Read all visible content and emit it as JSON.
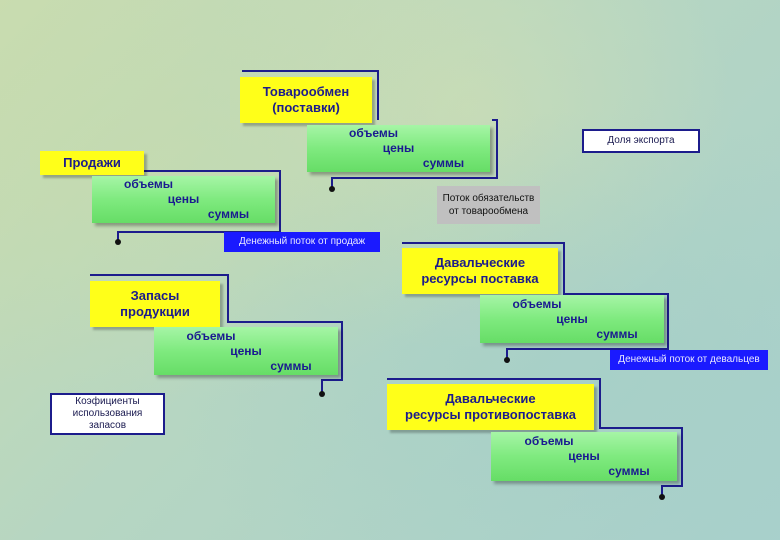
{
  "nodes": {
    "tovaroobmen": {
      "line1": "Товарообмен",
      "line2": "(поставки)"
    },
    "tovaroobmen_metrics": {
      "v1": "объемы",
      "v2": "цены",
      "v3": "суммы"
    },
    "prodazhi": {
      "label": "Продажи"
    },
    "prodazhi_metrics": {
      "v1": "объемы",
      "v2": "цены",
      "v3": "суммы"
    },
    "dolya_eksporta": {
      "label": "Доля экспорта"
    },
    "potok_obyazatelstv": {
      "line1": "Поток обязательств",
      "line2": "от товарообмена"
    },
    "denezhny_potok_prodazh": {
      "label": "Денежный поток от продаж"
    },
    "davalcheskie_postavka": {
      "line1": "Давальческие",
      "line2": "ресурсы поставка"
    },
    "davalcheskie_postavka_metrics": {
      "v1": "объемы",
      "v2": "цены",
      "v3": "суммы"
    },
    "zapasy": {
      "line1": "Запасы",
      "line2": "продукции"
    },
    "zapasy_metrics": {
      "v1": "объемы",
      "v2": "цены",
      "v3": "суммы"
    },
    "denezhny_potok_davaltsev": {
      "label": "Денежный поток от девальцев"
    },
    "koefficienty": {
      "line1": "Коэфициенты",
      "line2": "использования",
      "line3": "запасов"
    },
    "davalcheskie_protivopostavka": {
      "line1": "Давальческие",
      "line2": "ресурсы противопоставка"
    },
    "davalcheskie_protivopostavka_metrics": {
      "v1": "объемы",
      "v2": "цены",
      "v3": "суммы"
    }
  },
  "colors": {
    "yellow_box": "#ffff19",
    "green_box": "#7fea7f",
    "blue_box": "#1a1aff",
    "gray_box": "#c0c0c0",
    "connector": "#1c1c8c",
    "text_navy": "#1a1a90"
  }
}
